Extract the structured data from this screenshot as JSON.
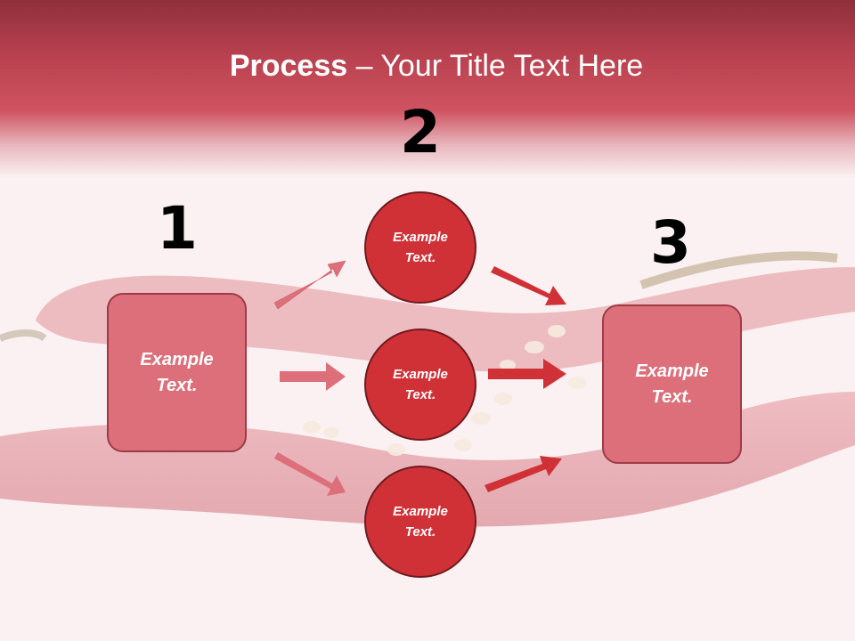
{
  "title": {
    "bold": "Process",
    "rest": " – Your Title Text Here"
  },
  "steps": {
    "one": "1",
    "two": "2",
    "three": "3"
  },
  "nodes": {
    "left": "Example\nText.",
    "top": "Example\nText.",
    "middle": "Example\nText.",
    "bottom": "Example\nText.",
    "right": "Example\nText."
  },
  "colors": {
    "header": "#cf5360",
    "box_fill": "#dc6f7a",
    "circle_fill": "#d03137",
    "arrow_light": "#dc6f7a",
    "arrow_dark": "#d03137"
  },
  "background_image": "red-chili-peppers"
}
